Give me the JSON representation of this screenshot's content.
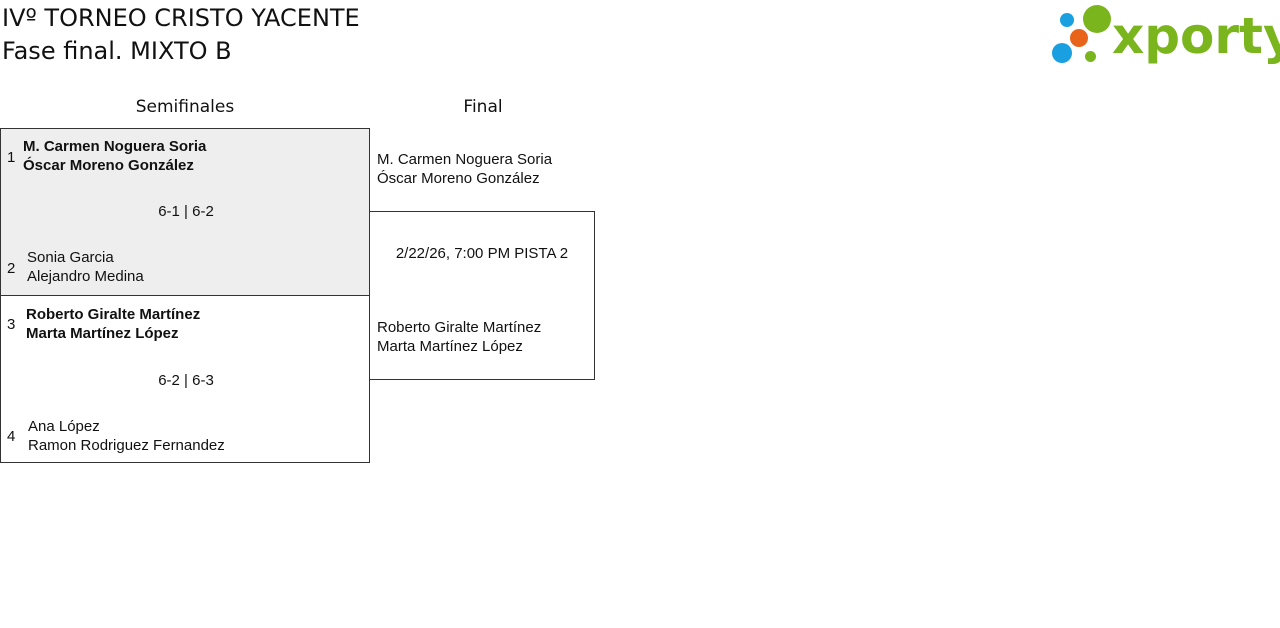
{
  "header": {
    "title_line1": "IVº TORNEO CRISTO YACENTE",
    "title_line2": "Fase final. MIXTO B"
  },
  "logo": {
    "text": "xporty",
    "colors": {
      "blue": "#1aa0e0",
      "orange": "#e8641b",
      "green": "#7ab51d"
    }
  },
  "rounds": {
    "semifinals_label": "Semifinales",
    "final_label": "Final"
  },
  "semifinals": [
    {
      "top": {
        "seed": "1",
        "player1": "M. Carmen Noguera Soria",
        "player2": "Óscar Moreno González",
        "winner": true
      },
      "score": "6-1 | 6-2",
      "bottom": {
        "seed": "2",
        "player1": "Sonia Garcia",
        "player2": "Alejandro Medina",
        "winner": false
      }
    },
    {
      "top": {
        "seed": "3",
        "player1": "Roberto Giralte Martínez",
        "player2": "Marta Martínez López",
        "winner": true
      },
      "score": "6-2 | 6-3",
      "bottom": {
        "seed": "4",
        "player1": "Ana López",
        "player2": "Ramon Rodriguez Fernandez",
        "winner": false
      }
    }
  ],
  "final": {
    "top": {
      "player1": "M. Carmen Noguera Soria",
      "player2": "Óscar Moreno González"
    },
    "info": "2/22/26, 7:00 PM PISTA 2",
    "bottom": {
      "player1": "Roberto Giralte Martínez",
      "player2": "Marta Martínez López"
    }
  },
  "colors": {
    "shaded_match": "#eeeeee",
    "border": "#333333"
  }
}
